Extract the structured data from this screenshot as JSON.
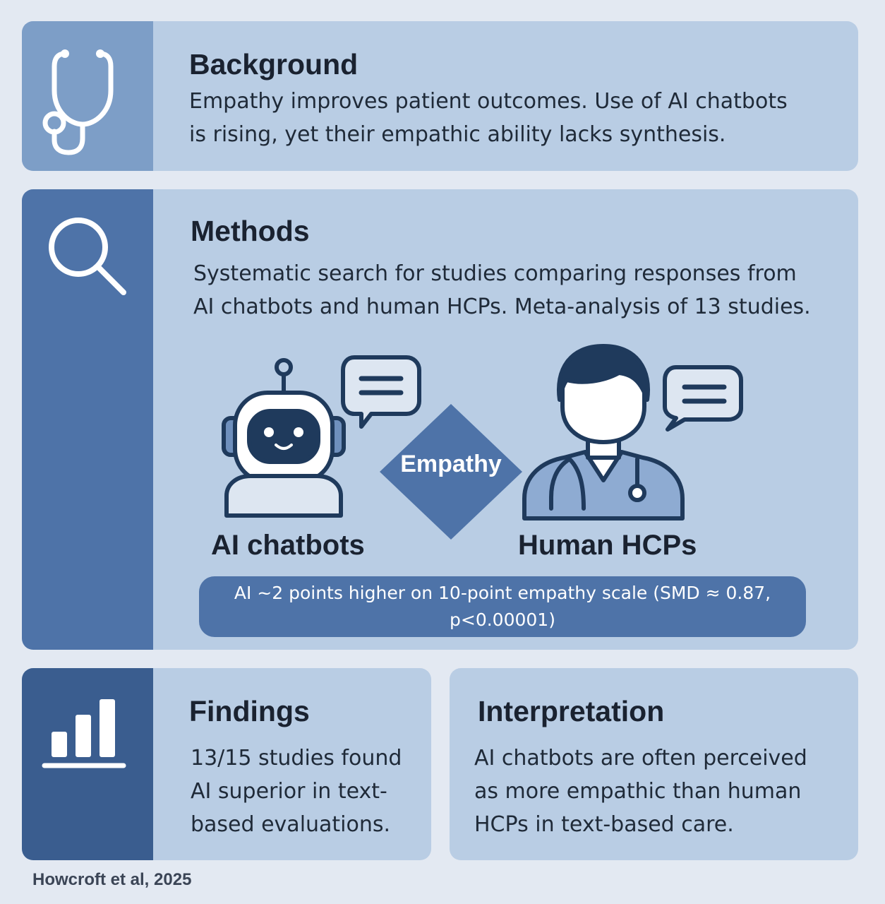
{
  "background": {
    "heading": "Background",
    "line1": "Empathy improves patient outcomes. Use of AI chatbots",
    "line2": "is rising, yet their empathic ability lacks synthesis.",
    "icon": "stethoscope-icon"
  },
  "methods": {
    "heading": "Methods",
    "line1": "Systematic search for studies comparing responses from",
    "line2": "AI chatbots and human HCPs. Meta-analysis of 13 studies.",
    "icon": "magnifier-icon",
    "left_label": "AI chatbots",
    "center_label": "Empathy",
    "right_label": "Human HCPs",
    "result_line1": "AI ~2 points higher on 10-point empathy scale (SMD ≈ 0.87,",
    "result_line2": "p<0.00001)"
  },
  "findings": {
    "heading": "Findings",
    "line1": "13/15 studies found",
    "line2": "AI superior in text-",
    "line3": "based evaluations.",
    "icon": "bar-chart-icon"
  },
  "interpretation": {
    "heading": "Interpretation",
    "line1": "AI chatbots are often perceived",
    "line2": "as more empathic than human",
    "line3": "HCPs in text-based care."
  },
  "citation": "Howcroft et al, 2025",
  "colors": {
    "page_bg": "#e3e9f2",
    "panel_bg": "#b9cde4",
    "strip_light": "#7d9ec7",
    "strip_mid": "#4e73a8",
    "strip_dark": "#3a5d8f",
    "ink": "#1f3a5c"
  }
}
